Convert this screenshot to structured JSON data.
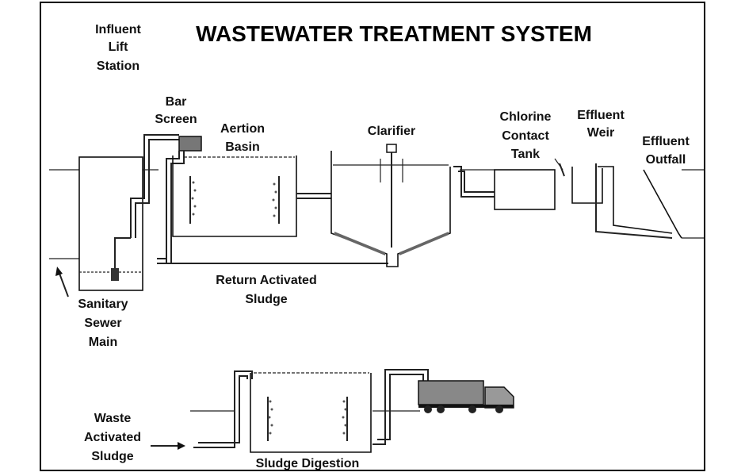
{
  "title": "WASTEWATER TREATMENT SYSTEM",
  "labels": {
    "influent": [
      "Influent",
      "Lift",
      "Station"
    ],
    "bar_screen": [
      "Bar",
      "Screen"
    ],
    "aeration": [
      "Aertion",
      "Basin"
    ],
    "clarifier": [
      "Clarifier"
    ],
    "chlorine": [
      "Chlorine",
      "Contact",
      "Tank"
    ],
    "weir": [
      "Effluent",
      "Weir"
    ],
    "outfall": [
      "Effluent",
      "Outfall"
    ],
    "ras": [
      "Return Activated",
      "Sludge"
    ],
    "sewer": [
      "Sanitary",
      "Sewer",
      "Main"
    ],
    "was": [
      "Waste",
      "Activated",
      "Sludge"
    ],
    "digestion": [
      "Sludge Digestion"
    ]
  }
}
